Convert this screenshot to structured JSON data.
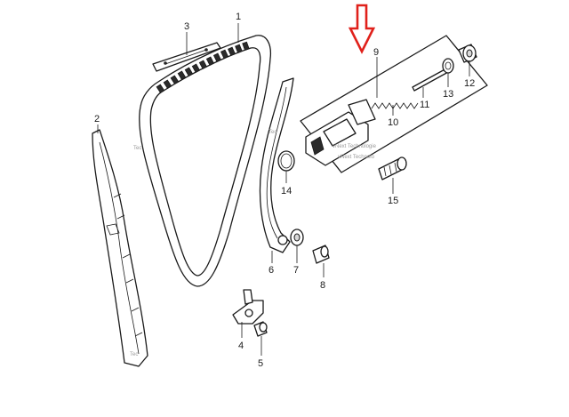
{
  "diagram": {
    "callouts": [
      "1",
      "2",
      "3",
      "4",
      "5",
      "6",
      "7",
      "8",
      "9",
      "10",
      "11",
      "12",
      "13",
      "14",
      "15"
    ],
    "watermark": "vNext Technolo",
    "watermark_short": "Tec",
    "watermark_mid": "vNext Technologie",
    "highlight_color": "#e0211b",
    "highlight_target": "9"
  }
}
